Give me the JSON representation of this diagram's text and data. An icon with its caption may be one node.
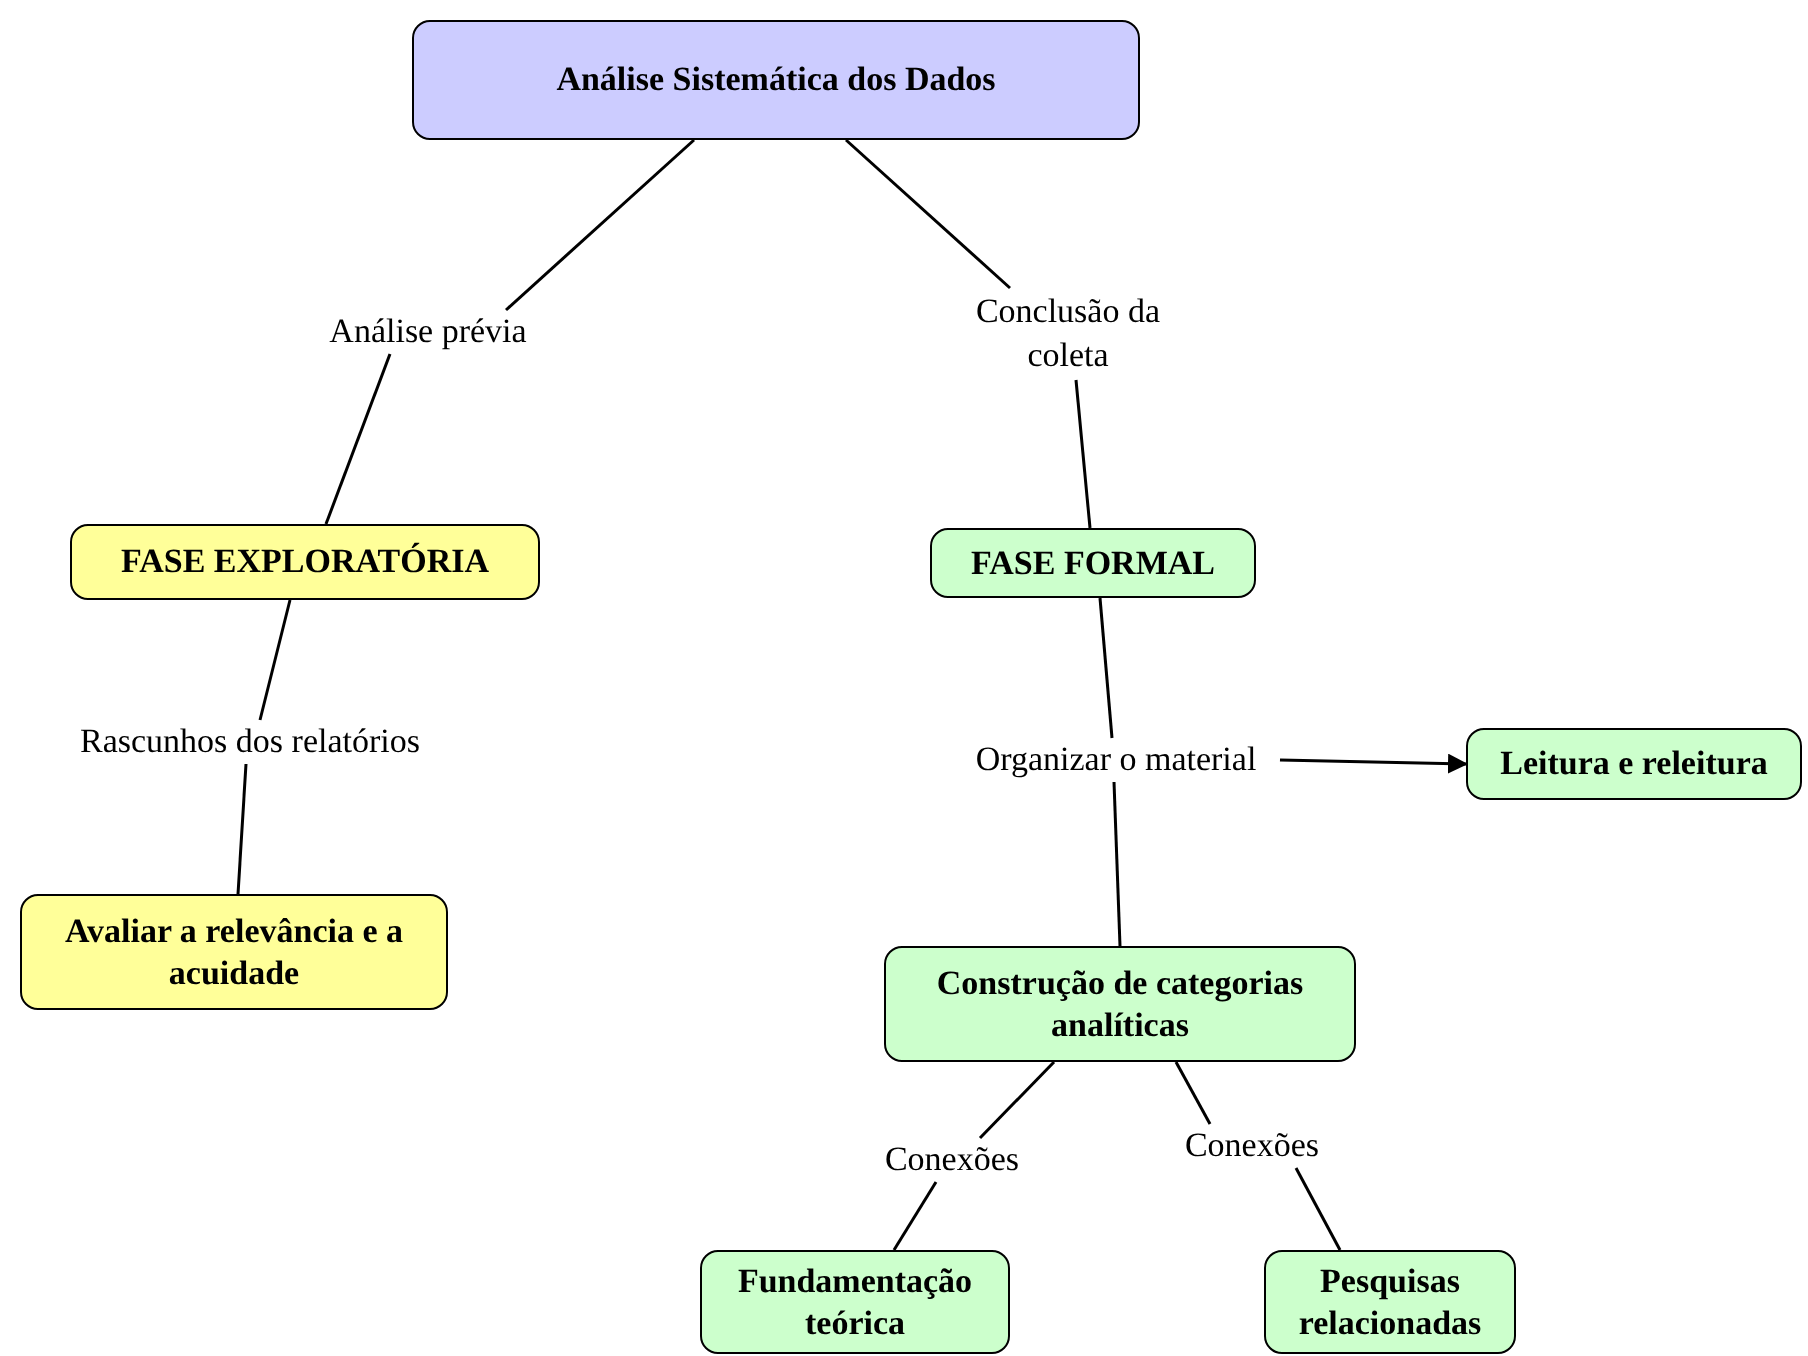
{
  "diagram": {
    "nodes": [
      {
        "text": [
          "Análise Sistemática dos Dados"
        ]
      },
      {
        "text": [
          "Análise prévia"
        ]
      },
      {
        "text": [
          "Conclusão da coleta"
        ]
      },
      {
        "text": [
          "FASE EXPLORATÓRIA"
        ]
      },
      {
        "text": [
          "FASE FORMAL"
        ]
      },
      {
        "text": [
          "Rascunhos dos relatórios"
        ]
      },
      {
        "text": [
          "Avaliar a relevância e a acuidade"
        ]
      },
      {
        "text": [
          "Organizar o material"
        ]
      },
      {
        "text": [
          "Leitura e releitura"
        ]
      },
      {
        "text": [
          "Construção de categorias analíticas"
        ]
      },
      {
        "text": [
          "Conexões"
        ]
      },
      {
        "text": [
          "Conexões"
        ]
      },
      {
        "text": [
          "Fundamentação teórica"
        ]
      },
      {
        "text": [
          "Pesquisas relacionadas"
        ]
      }
    ],
    "edges": [
      {
        "from": 0,
        "to": 1,
        "arrow": "none"
      },
      {
        "from": 1,
        "to": 3,
        "arrow": "none"
      },
      {
        "from": 0,
        "to": 2,
        "arrow": "none"
      },
      {
        "from": 2,
        "to": 4,
        "arrow": "none"
      },
      {
        "from": 3,
        "to": 5,
        "arrow": "none"
      },
      {
        "from": 5,
        "to": 6,
        "arrow": "none"
      },
      {
        "from": 4,
        "to": 7,
        "arrow": "none"
      },
      {
        "from": 7,
        "to": 8,
        "arrow": "to"
      },
      {
        "from": 7,
        "to": 9,
        "arrow": "none"
      },
      {
        "from": 9,
        "to": 10,
        "arrow": "none"
      },
      {
        "from": 10,
        "to": 12,
        "arrow": "none"
      },
      {
        "from": 9,
        "to": 11,
        "arrow": "none"
      },
      {
        "from": 11,
        "to": 13,
        "arrow": "none"
      }
    ]
  }
}
